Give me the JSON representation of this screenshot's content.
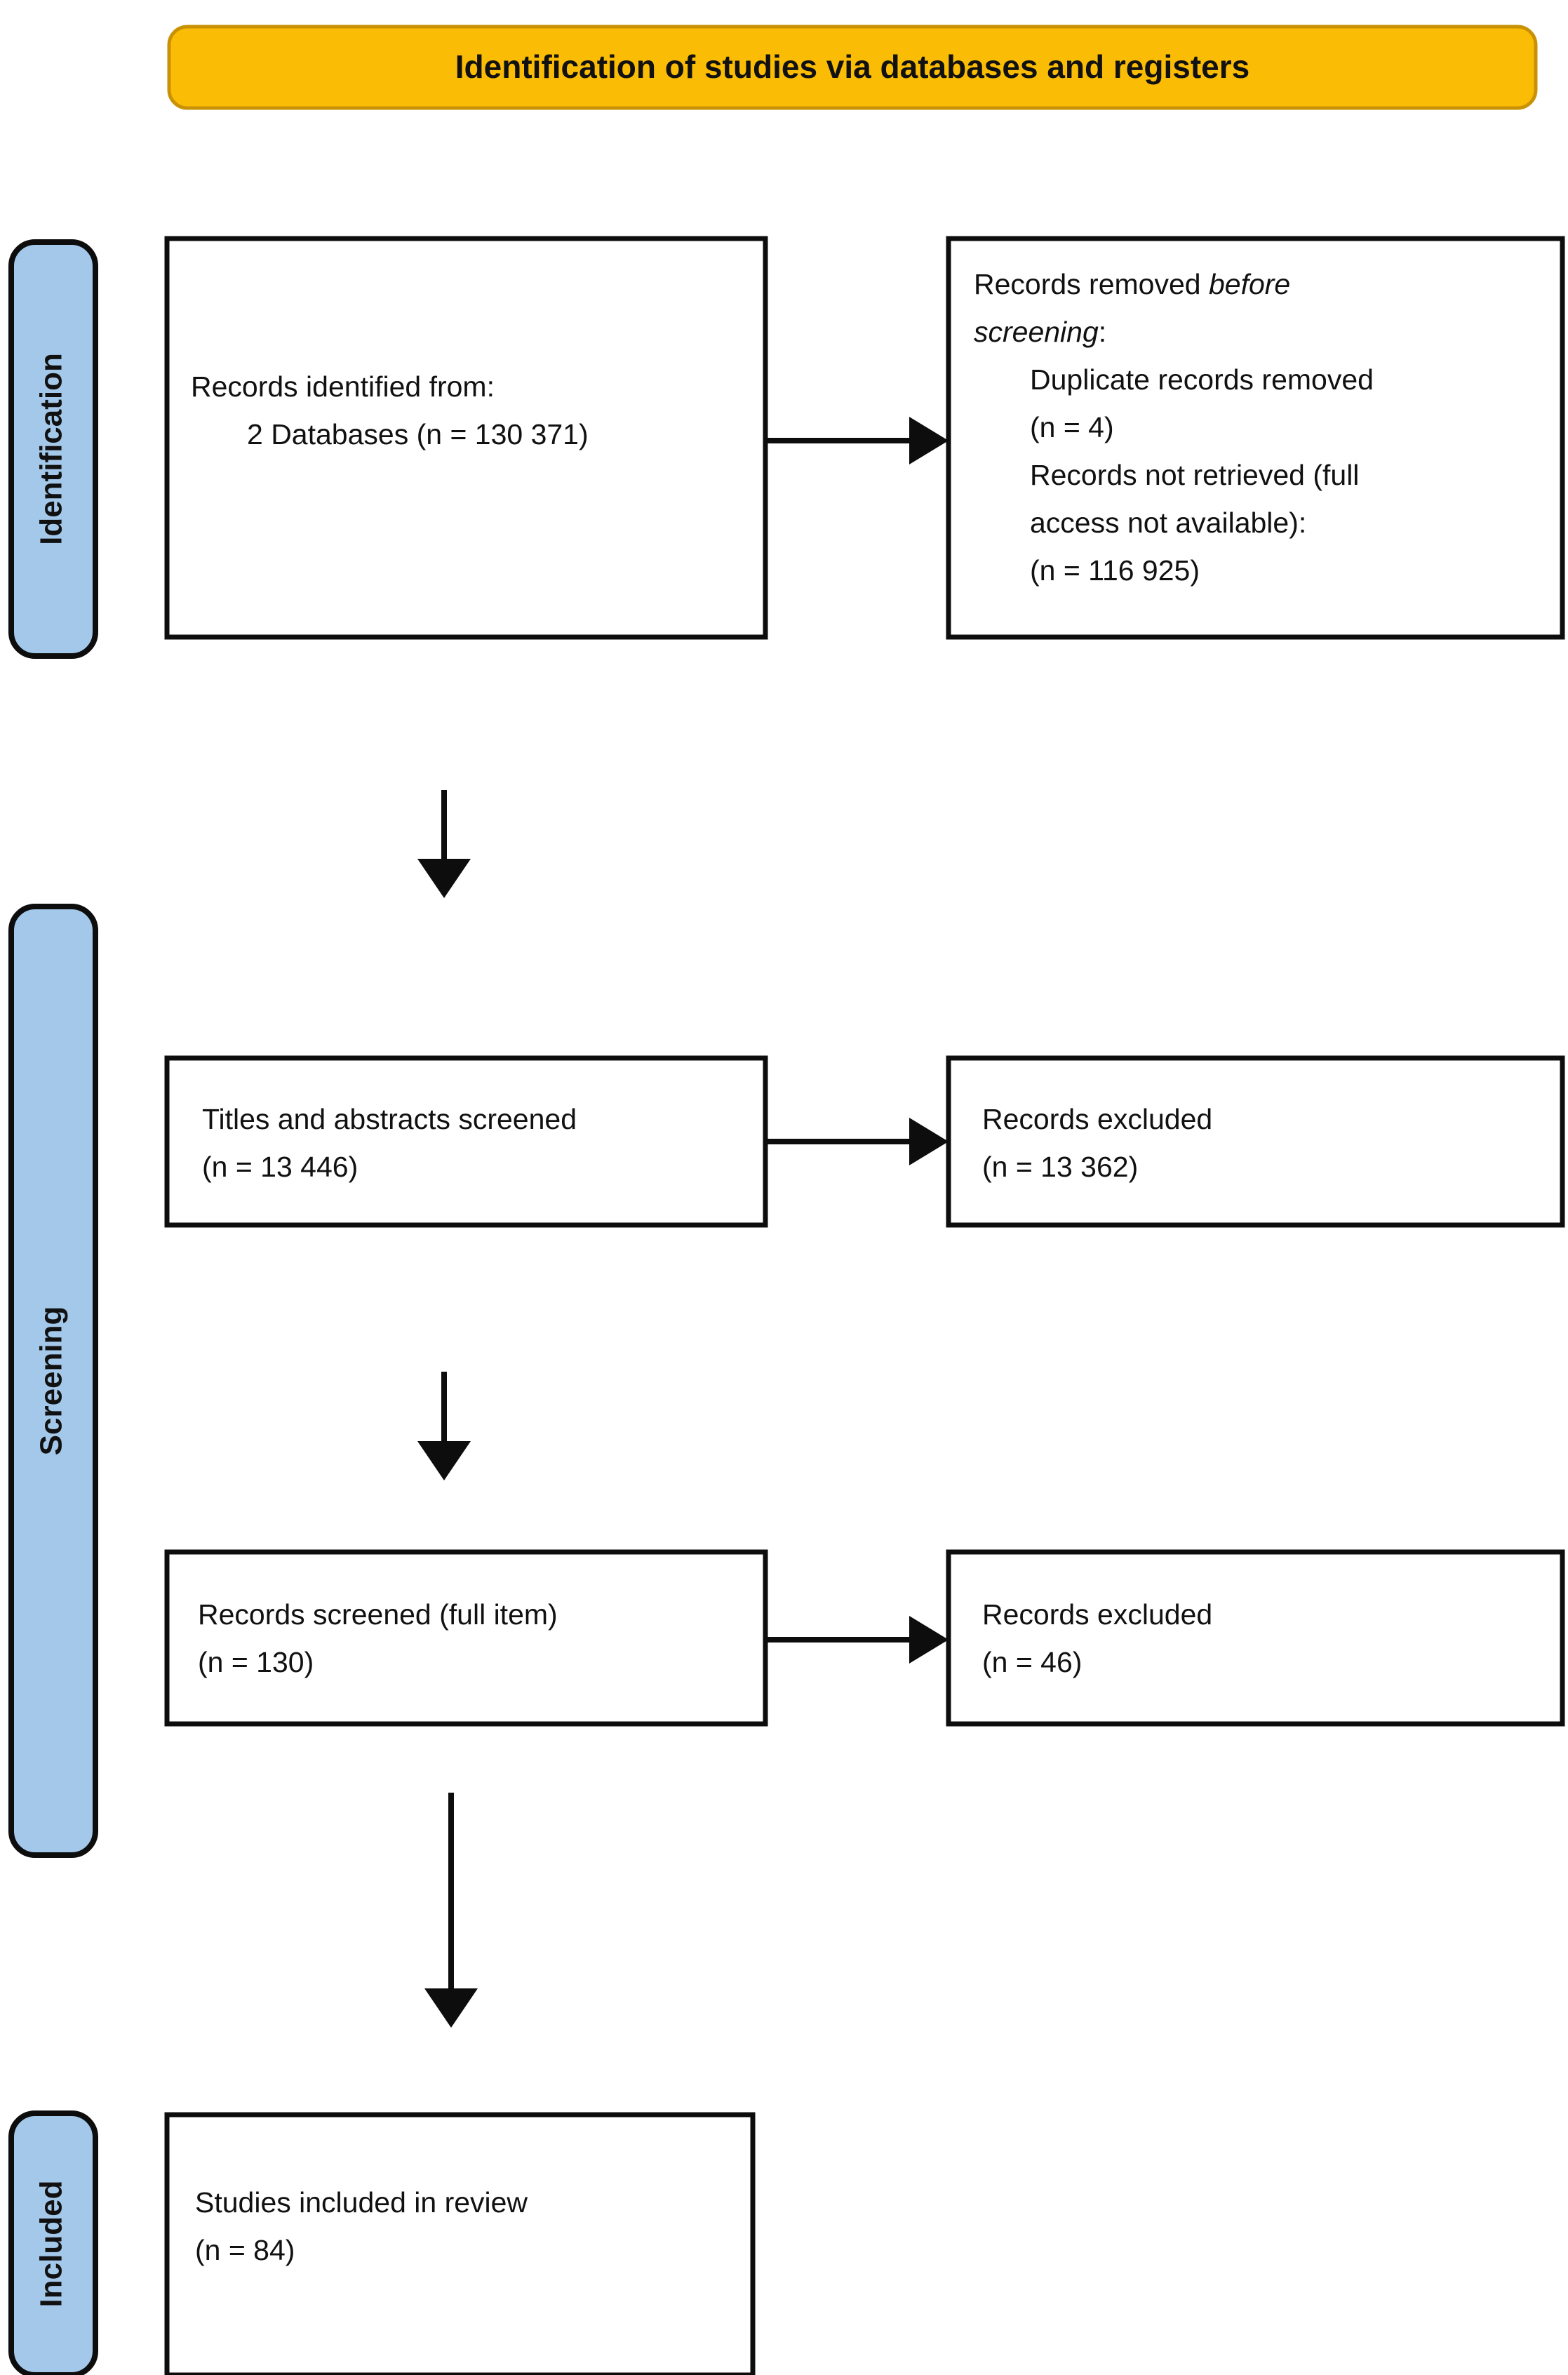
{
  "header": {
    "title": "Identification of studies via databases and registers",
    "bg_color": "#fbbc05",
    "border_color": "#c99205"
  },
  "theme": {
    "stage_bar_color": "#a4c8ea",
    "box_border_color": "#0d0d0d",
    "box_fill_color": "#ffffff",
    "connector_color": "#0d0d0d",
    "text_color": "#111111"
  },
  "stages": [
    {
      "id": "identification",
      "label": "Identification"
    },
    {
      "id": "screening",
      "label": "Screening"
    },
    {
      "id": "included",
      "label": "Included"
    }
  ],
  "boxes": {
    "records_identified": {
      "id": "records-identified",
      "lines": [
        {
          "text": "Records identified from:",
          "indent": 0,
          "italic": false
        },
        {
          "text": "2 Databases (n = 130 371)",
          "indent": 1,
          "italic": false
        }
      ]
    },
    "records_removed": {
      "id": "records-removed-before-screening",
      "lines": [
        {
          "text": "Records removed ",
          "indent": 0,
          "italic": false,
          "trailing_italic": "before"
        },
        {
          "text": "screening",
          "indent": 0,
          "italic": true,
          "trailing_plain": ":"
        },
        {
          "text": "Duplicate records removed",
          "indent": 1,
          "italic": false
        },
        {
          "text": "(n = 4)",
          "indent": 1,
          "italic": false
        },
        {
          "text": "Records not retrieved (full",
          "indent": 1,
          "italic": false
        },
        {
          "text": "access not available):",
          "indent": 1,
          "italic": false
        },
        {
          "text": "(n = 116 925)",
          "indent": 1,
          "italic": false
        }
      ]
    },
    "titles_abstracts_screened": {
      "id": "titles-and-abstracts-screened",
      "lines": [
        {
          "text": "Titles and abstracts screened",
          "indent": 0,
          "italic": false
        },
        {
          "text": "(n = 13 446)",
          "indent": 0,
          "italic": false
        }
      ]
    },
    "records_excluded_1": {
      "id": "records-excluded-screening",
      "lines": [
        {
          "text": "Records excluded",
          "indent": 0,
          "italic": false
        },
        {
          "text": "(n = 13 362)",
          "indent": 0,
          "italic": false
        }
      ]
    },
    "records_screened_full": {
      "id": "records-screened-full-item",
      "lines": [
        {
          "text": "Records screened (full item)",
          "indent": 0,
          "italic": false
        },
        {
          "text": "(n = 130)",
          "indent": 0,
          "italic": false
        }
      ]
    },
    "records_excluded_2": {
      "id": "records-excluded-full-item",
      "lines": [
        {
          "text": "Records excluded",
          "indent": 0,
          "italic": false
        },
        {
          "text": "(n = 46)",
          "indent": 0,
          "italic": false
        }
      ]
    },
    "studies_included": {
      "id": "studies-included-in-review",
      "lines": [
        {
          "text": "Studies included in review",
          "indent": 0,
          "italic": false
        },
        {
          "text": "(n = 84)",
          "indent": 0,
          "italic": false
        }
      ]
    }
  },
  "flow_data": {
    "type": "prisma-flow",
    "title": "Identification of studies via databases and registers",
    "nodes": [
      {
        "id": "records-identified",
        "stage": "Identification",
        "label": "Records identified from: 2 Databases",
        "n": 130371
      },
      {
        "id": "records-removed-before-screening",
        "stage": "Identification",
        "label": "Records removed before screening",
        "duplicate_records_removed_n": 4,
        "records_not_retrieved_full_access_not_available_n": 116925
      },
      {
        "id": "titles-and-abstracts-screened",
        "stage": "Screening",
        "label": "Titles and abstracts screened",
        "n": 13446
      },
      {
        "id": "records-excluded-screening",
        "stage": "Screening",
        "label": "Records excluded",
        "n": 13362
      },
      {
        "id": "records-screened-full-item",
        "stage": "Screening",
        "label": "Records screened (full item)",
        "n": 130
      },
      {
        "id": "records-excluded-full-item",
        "stage": "Screening",
        "label": "Records excluded",
        "n": 46
      },
      {
        "id": "studies-included-in-review",
        "stage": "Included",
        "label": "Studies included in review",
        "n": 84
      }
    ],
    "edges": [
      {
        "from": "records-identified",
        "to": "records-removed-before-screening",
        "direction": "right"
      },
      {
        "from": "records-identified",
        "to": "titles-and-abstracts-screened",
        "direction": "down"
      },
      {
        "from": "titles-and-abstracts-screened",
        "to": "records-excluded-screening",
        "direction": "right"
      },
      {
        "from": "titles-and-abstracts-screened",
        "to": "records-screened-full-item",
        "direction": "down"
      },
      {
        "from": "records-screened-full-item",
        "to": "records-excluded-full-item",
        "direction": "right"
      },
      {
        "from": "records-screened-full-item",
        "to": "studies-included-in-review",
        "direction": "down"
      }
    ]
  }
}
